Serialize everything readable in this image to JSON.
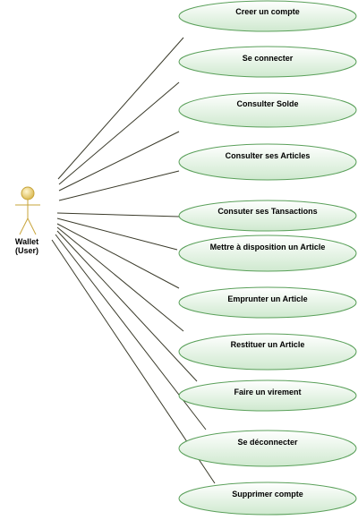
{
  "actor": {
    "name_line1": "Wallet",
    "name_line2": "(User)"
  },
  "use_cases": [
    {
      "label": "Creer un compte"
    },
    {
      "label": "Se connecter"
    },
    {
      "label": "Consulter Solde"
    },
    {
      "label": "Consulter ses Articles"
    },
    {
      "label": "Consuter ses Tansactions"
    },
    {
      "label": "Mettre à disposition un Article"
    },
    {
      "label": "Emprunter un Article"
    },
    {
      "label": "Restituer un Article"
    },
    {
      "label": "Faire un virement"
    },
    {
      "label": "Se déconnecter"
    },
    {
      "label": "Supprimer compte"
    }
  ],
  "colors": {
    "usecase_fill_top": "#ffffff",
    "usecase_fill_bottom": "#cfe9cf",
    "usecase_stroke": "#5aa05a",
    "actor_fill": "#e6c766",
    "actor_stroke": "#c7a43a",
    "association": "#3a3a2a"
  }
}
